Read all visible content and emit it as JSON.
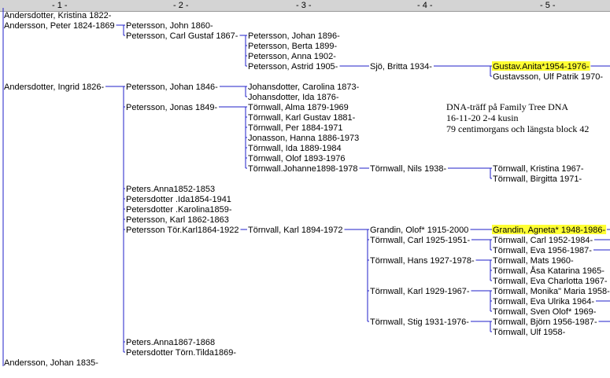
{
  "columns": [
    "- 1 -",
    "- 2 -",
    "- 3 -",
    "- 4 -",
    "- 5 -"
  ],
  "people": [
    "Andersdotter, Kristina 1822-",
    "Andersson, Peter 1824-1869",
    "Petersson, John 1860-",
    "Petersson, Carl Gustaf 1867-",
    "Petersson, Johan 1896-",
    "Petersson, Berta 1899-",
    "Petersson, Anna 1902-",
    "Petersson, Astrid 1905-",
    "Sjö, Britta 1934-",
    "Gustav.Anita*1954-1976-",
    "Gustavsson, Ulf Patrik 1970-",
    "Andersdotter, Ingrid 1826-",
    "Petersson, Johan 1846-",
    "Johansdotter, Carolina 1873-",
    "Johansdotter, Ida 1876-",
    "Petersson, Jonas 1849-",
    "Törnwall, Alma 1879-1969",
    "Törnwall, Karl Gustav 1881-",
    "Törnwall, Per 1884-1971",
    "Jonasson, Hanna 1886-1973",
    "Törnwall, Ida 1889-1984",
    "Törnwall, Olof 1893-1976",
    "Törnwall.Johanne1898-1978",
    "Törnwall, Nils 1938-",
    "Törnwall, Kristina 1967-",
    "Törnwall, Birgitta 1971-",
    "Peters.Anna1852-1853",
    "Petersdotter .Ida1854-1941",
    "Petersdotter .Karolina1859-",
    "Petersson, Karl 1862-1863",
    "Petersson Tör.Karl1864-1922",
    "Törnvall, Karl 1894-1972",
    "Grandin, Olof* 1915-2000",
    "Grandin, Agneta* 1948-1986-",
    "Törnwall, Carl 1925-1951-",
    "Törnwall, Carl 1952-1984-",
    "Törnwall, Eva 1956-1987-",
    "Törnwall, Hans 1927-1978-",
    "Törnwall, Mats 1960-",
    "Törnwall, Åsa Katarina 1965-",
    "Törnwall, Eva Charlotta 1967-",
    "Törnwall, Karl 1929-1967-",
    "Törnwall, Monika\" Maria 1958-",
    "Törnwall, Eva Ulrika 1964-",
    "Törnwall, Sven Olof* 1969-",
    "Törnwall, Stig 1931-1976-",
    "Törnwall, Björn 1956-1987-",
    "Törnwall, Ulf 1958-",
    "Peters.Anna1867-1868",
    "Petersdotter Törn.Tilda1869-",
    "Andersson, Johan 1835-"
  ],
  "note": [
    "DNA-träff på Family Tree DNA",
    "16-11-20 2-4 kusin",
    "79 centimorgans och längsta block 42"
  ],
  "colors": {
    "connector": "#1f1fc8",
    "highlight": "#ffff33",
    "header": "#d4d4d4"
  }
}
